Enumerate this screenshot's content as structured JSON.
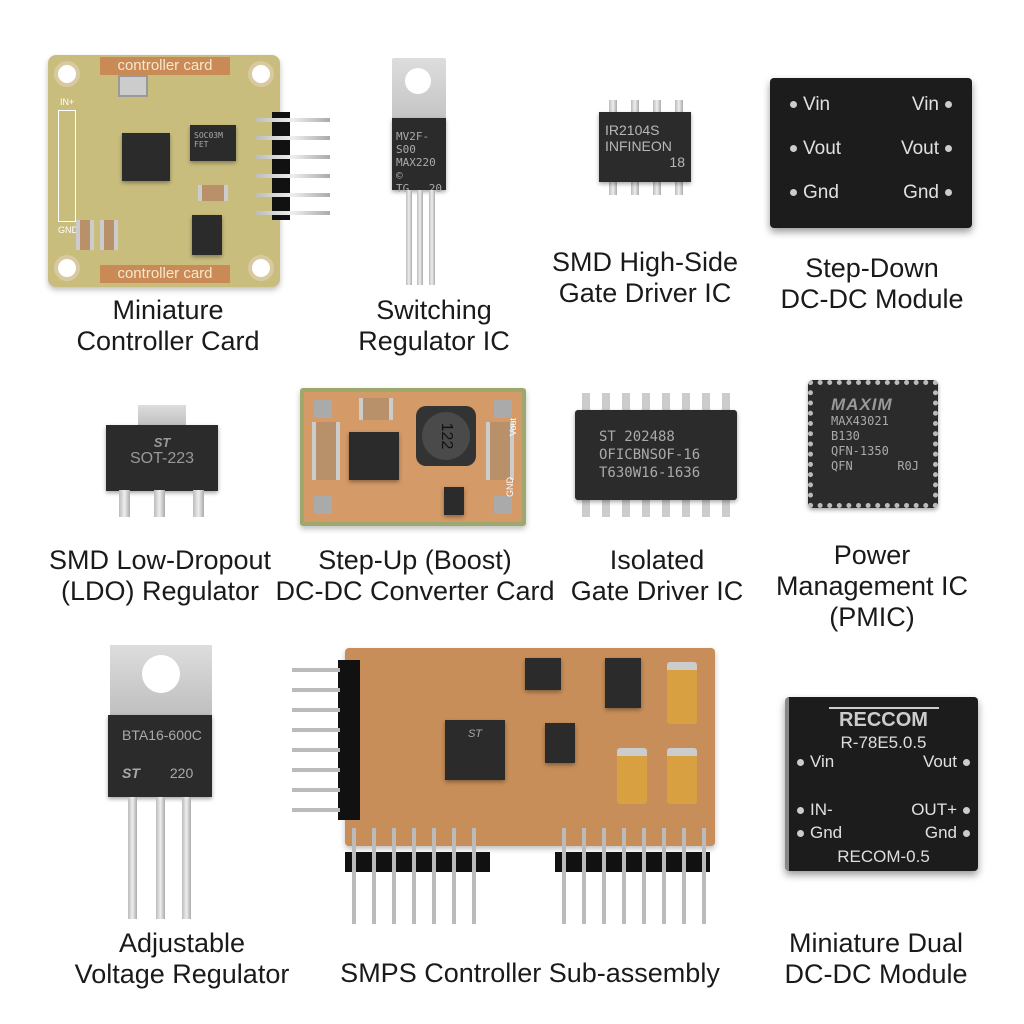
{
  "components": [
    {
      "label_lines": [
        "Miniature",
        "Controller Card"
      ],
      "silkscreen": "controller card",
      "pin_labels": [
        "IN+",
        "GND"
      ],
      "fet_marking": [
        "SOC03M",
        "FET"
      ]
    },
    {
      "label_lines": [
        "Switching",
        "Regulator IC"
      ],
      "marking": [
        "MV2F-S00",
        "MAX220 ©",
        "TG",
        "20"
      ]
    },
    {
      "label_lines": [
        "SMD High-Side",
        "Gate Driver IC"
      ],
      "marking": [
        "IR2104S",
        "INFINEON",
        "18"
      ]
    },
    {
      "label_lines": [
        "Step-Down",
        "DC-DC Module"
      ],
      "pins": {
        "left": [
          "Vin",
          "Vout",
          "Gnd"
        ],
        "right": [
          "Vin",
          "Vout",
          "Gnd"
        ]
      }
    },
    {
      "label_lines": [
        "SMD Low-Dropout",
        "(LDO) Regulator"
      ],
      "marking": [
        "ST",
        "SOT-223"
      ]
    },
    {
      "label_lines": [
        "Step-Up (Boost)",
        "DC-DC Converter Card"
      ],
      "inductor_marking": "122",
      "silkscreen": [
        "Vout",
        "GND"
      ]
    },
    {
      "label_lines": [
        "Isolated",
        "Gate Driver IC"
      ],
      "marking": [
        "ST 202488",
        "OFICBNSOF-16",
        "T630W16-1636"
      ]
    },
    {
      "label_lines": [
        "Power",
        "Management IC",
        "(PMIC)"
      ],
      "marking": [
        "MAXIM",
        "MAX43021",
        "B130",
        "QFN-1350",
        "QFN",
        "R0J"
      ]
    },
    {
      "label_lines": [
        "Adjustable",
        "Voltage Regulator"
      ],
      "marking": [
        "BTA16-600C",
        "ST",
        "220"
      ]
    },
    {
      "label_lines": [
        "SMPS Controller Sub-assembly"
      ],
      "marking": [
        "ST"
      ]
    },
    {
      "label_lines": [
        "Miniature Dual",
        "DC-DC Module"
      ],
      "marking": [
        "RECCOM",
        "R-78E5.0.5",
        "RECOM-0.5"
      ],
      "pins": {
        "left": [
          "Vin",
          "IN-",
          "Gnd"
        ],
        "right": [
          "Vout",
          "OUT+",
          "Gnd"
        ]
      }
    }
  ],
  "colors": {
    "background": "#ffffff",
    "pcb": "#c9bd7e",
    "copper": "#c98a55",
    "chip": "#2b2b2b",
    "module": "#1c1c1c"
  }
}
